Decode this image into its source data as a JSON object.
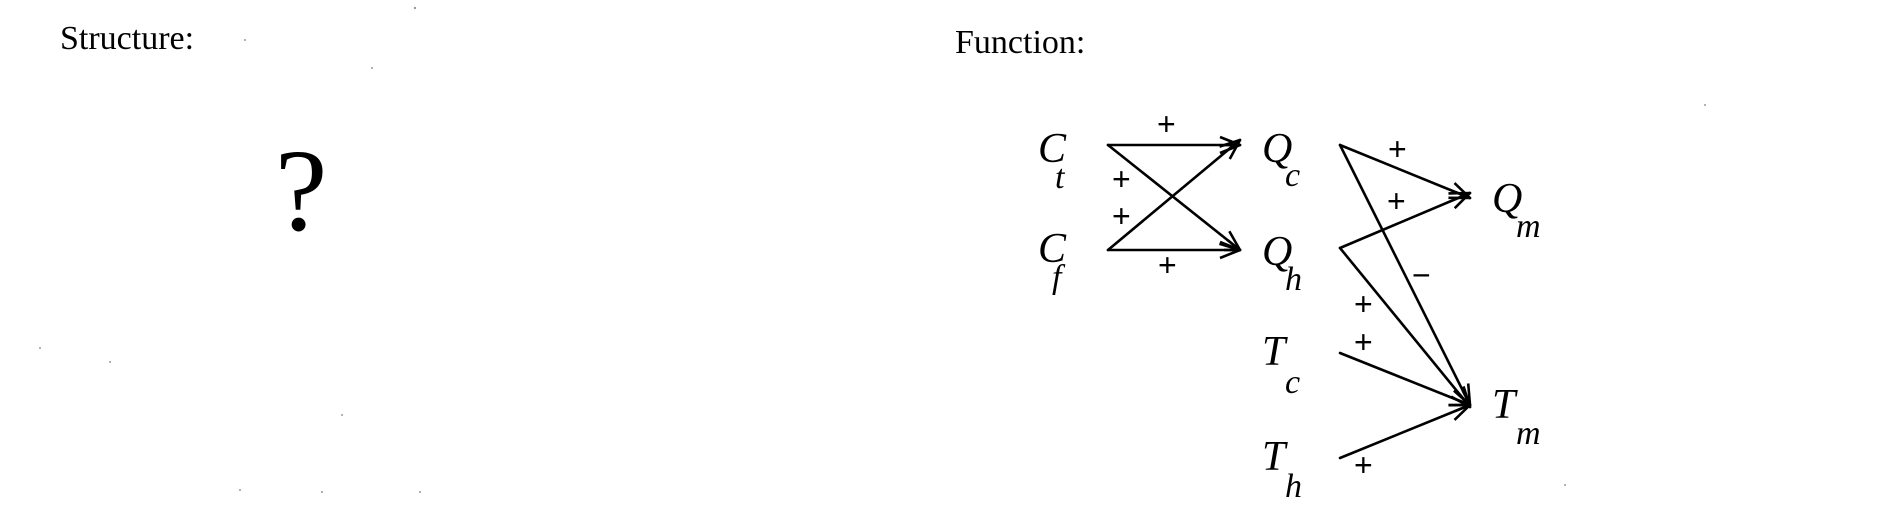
{
  "structure": {
    "heading": "Structure:",
    "unknown_mark": "?"
  },
  "function": {
    "heading": "Function:",
    "nodes": {
      "Ct": {
        "main": "C",
        "sub": "t"
      },
      "Cf": {
        "main": "C",
        "sub": "f"
      },
      "Qc": {
        "main": "Q",
        "sub": "c"
      },
      "Qh": {
        "main": "Q",
        "sub": "h"
      },
      "Tc": {
        "main": "T",
        "sub": "c"
      },
      "Th": {
        "main": "T",
        "sub": "h"
      },
      "Qm": {
        "main": "Q",
        "sub": "m"
      },
      "Tm": {
        "main": "T",
        "sub": "m"
      }
    },
    "edges": [
      {
        "from": "Ct",
        "to": "Qc",
        "sign": "+"
      },
      {
        "from": "Ct",
        "to": "Qh",
        "sign": "+"
      },
      {
        "from": "Cf",
        "to": "Qc",
        "sign": "+"
      },
      {
        "from": "Cf",
        "to": "Qh",
        "sign": "+"
      },
      {
        "from": "Qc",
        "to": "Qm",
        "sign": "+"
      },
      {
        "from": "Qh",
        "to": "Qm",
        "sign": "+"
      },
      {
        "from": "Qc",
        "to": "Tm",
        "sign": "−"
      },
      {
        "from": "Qh",
        "to": "Tm",
        "sign": "+"
      },
      {
        "from": "Tc",
        "to": "Tm",
        "sign": "+"
      },
      {
        "from": "Th",
        "to": "Tm",
        "sign": "+"
      }
    ]
  }
}
